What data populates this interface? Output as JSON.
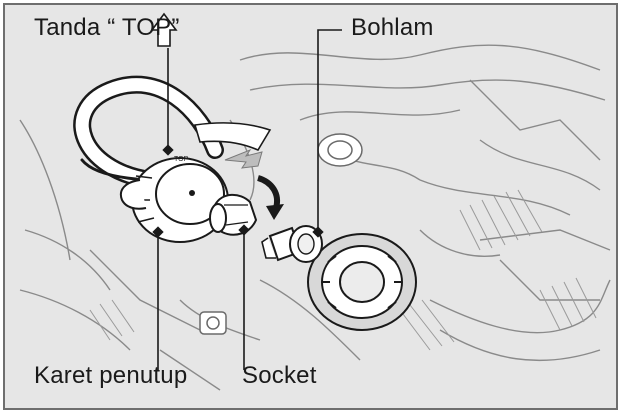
{
  "labels": {
    "top_mark": "Tanda “ TOP”",
    "bulb": "Bohlam",
    "rubber_cover": "Karet penutup",
    "socket": "Socket",
    "embossed_top": "TOP"
  },
  "colors": {
    "background": "#e6e6e6",
    "frame": "#6e6e6e",
    "line": "#1a1a1a",
    "part_fill": "#ffffff"
  }
}
